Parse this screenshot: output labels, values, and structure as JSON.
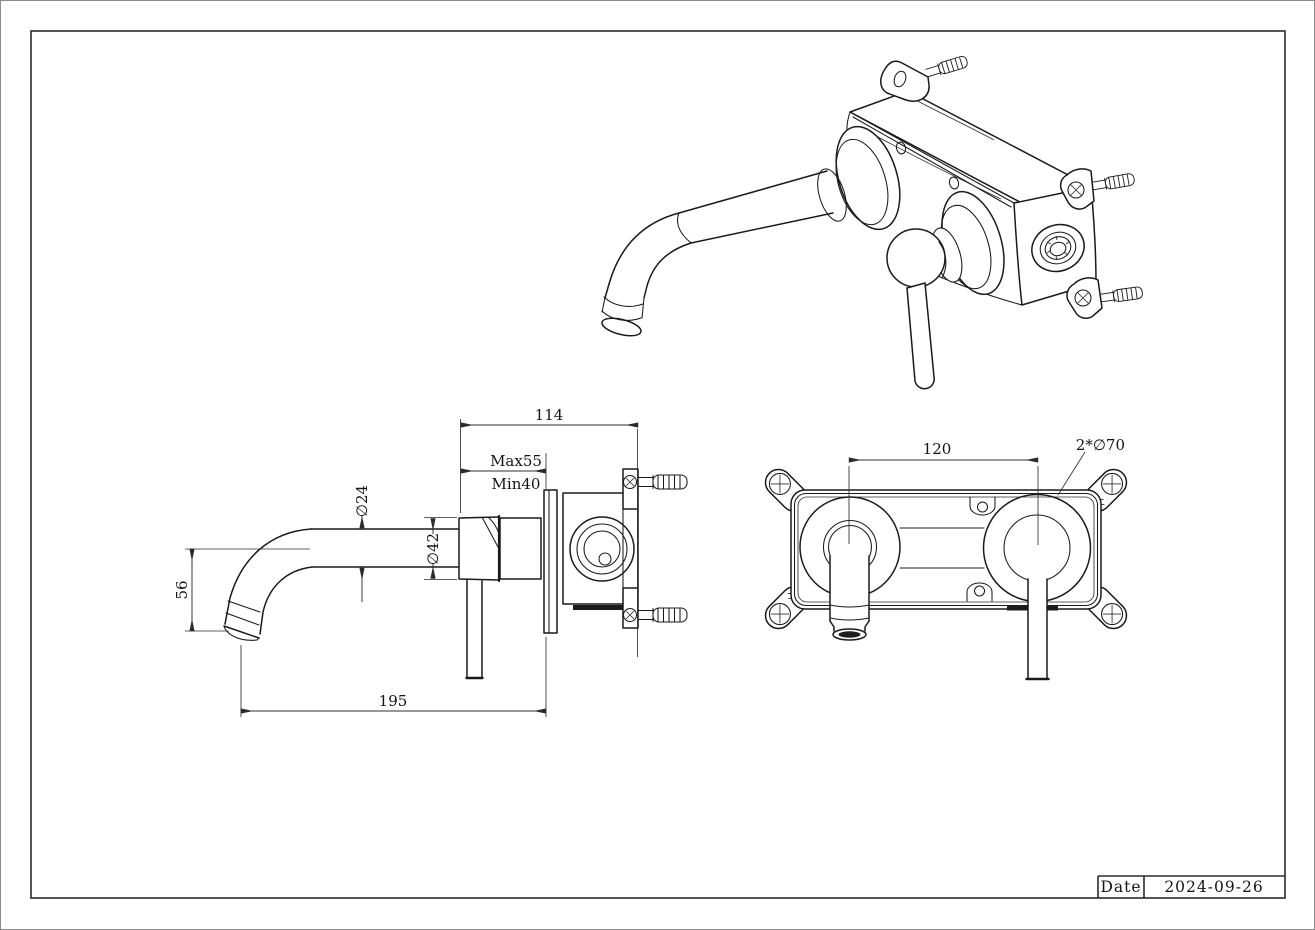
{
  "title_block": {
    "date_label": "Date",
    "date_value": "2024-09-26"
  },
  "side_view": {
    "dim_total_depth": "114",
    "dim_embed_max": "Max55",
    "dim_embed_min": "Min40",
    "dim_spout_diameter": "∅24",
    "dim_body_diameter": "∅42",
    "dim_drop_height": "56",
    "dim_spout_reach": "195"
  },
  "front_view": {
    "dim_center_distance": "120",
    "dim_escutcheon_diameter": "2*∅70"
  },
  "colors": {
    "line": "#1a1a1a",
    "dimension": "#2f2f2f",
    "background": "#ffffff",
    "frame": "#2b2b2b"
  }
}
